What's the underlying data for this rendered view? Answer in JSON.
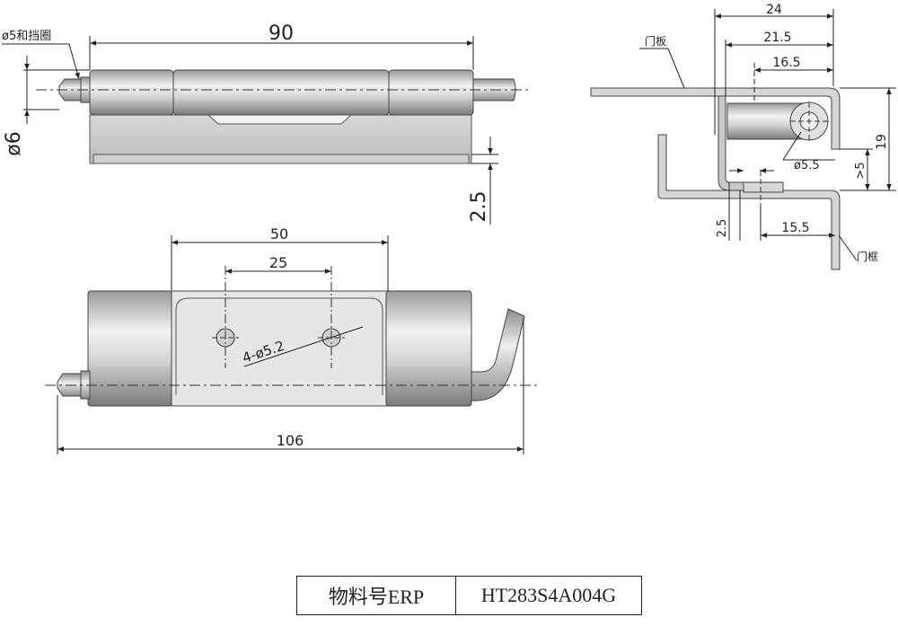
{
  "top_view": {
    "dim_length": "90",
    "dim_pin_label": "ø5和挡圈",
    "dim_diameter": "ø6",
    "dim_thickness": "2.5"
  },
  "front_view": {
    "dim_hole_span_outer": "50",
    "dim_hole_span_inner": "25",
    "dim_holes": "4-ø5.2",
    "dim_total_length": "106"
  },
  "side_view": {
    "dim_24": "24",
    "dim_21_5": "21.5",
    "dim_16_5": "16.5",
    "dim_19": "19",
    "dim_5_5": "ø5.5",
    "dim_gt5": ">5",
    "dim_2_5": "2.5",
    "dim_15_5": "15.5",
    "label_door_panel": "门板",
    "label_door_frame": "门框"
  },
  "erp": {
    "label": "物料号ERP",
    "value": "HT283S4A004G"
  }
}
